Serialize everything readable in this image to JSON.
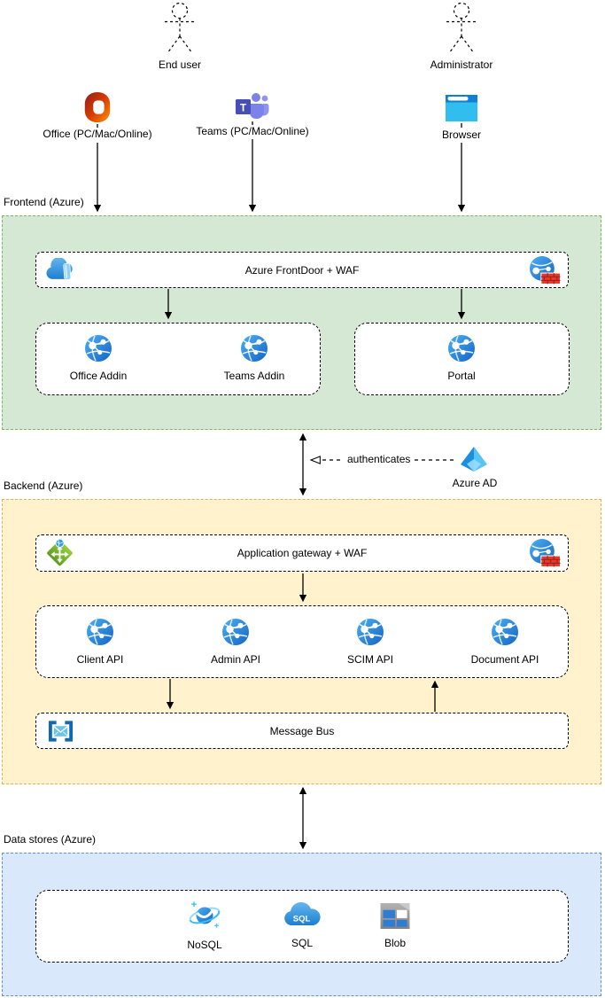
{
  "theme": {
    "background": "#ffffff",
    "frontend_fill": "#d5e8d4",
    "frontend_border": "#82b366",
    "backend_fill": "#fff2cc",
    "backend_border": "#d6b656",
    "datastores_fill": "#dae8fc",
    "datastores_border": "#6c8ebf",
    "node_fill": "#ffffff",
    "node_border": "#000000",
    "arrow_color": "#000000"
  },
  "actors": {
    "end_user": {
      "label": "End user"
    },
    "administrator": {
      "label": "Administrator"
    }
  },
  "clients": {
    "office": {
      "label": "Office (PC/Mac/Online)"
    },
    "teams": {
      "label": "Teams (PC/Mac/Online)"
    },
    "browser": {
      "label": "Browser"
    }
  },
  "frontend": {
    "label": "Frontend (Azure)",
    "front_door": {
      "label": "Azure FrontDoor + WAF"
    },
    "addins": {
      "items": [
        {
          "label": "Office Addin"
        },
        {
          "label": "Teams Addin"
        }
      ]
    },
    "portal": {
      "items": [
        {
          "label": "Portal"
        }
      ]
    }
  },
  "auth": {
    "edge_label": "authenticates",
    "azure_ad_label": "Azure AD"
  },
  "backend": {
    "label": "Backend (Azure)",
    "gateway": {
      "label": "Application gateway + WAF"
    },
    "apis": {
      "items": [
        {
          "label": "Client API"
        },
        {
          "label": "Admin API"
        },
        {
          "label": "SCIM API"
        },
        {
          "label": "Document API"
        }
      ]
    },
    "message_bus": {
      "label": "Message Bus"
    }
  },
  "datastores": {
    "label": "Data stores (Azure)",
    "items": [
      {
        "label": "NoSQL"
      },
      {
        "label": "SQL"
      },
      {
        "label": "Blob"
      }
    ]
  },
  "icons": {
    "teams_glyph": "T",
    "sql_glyph": "SQL"
  }
}
